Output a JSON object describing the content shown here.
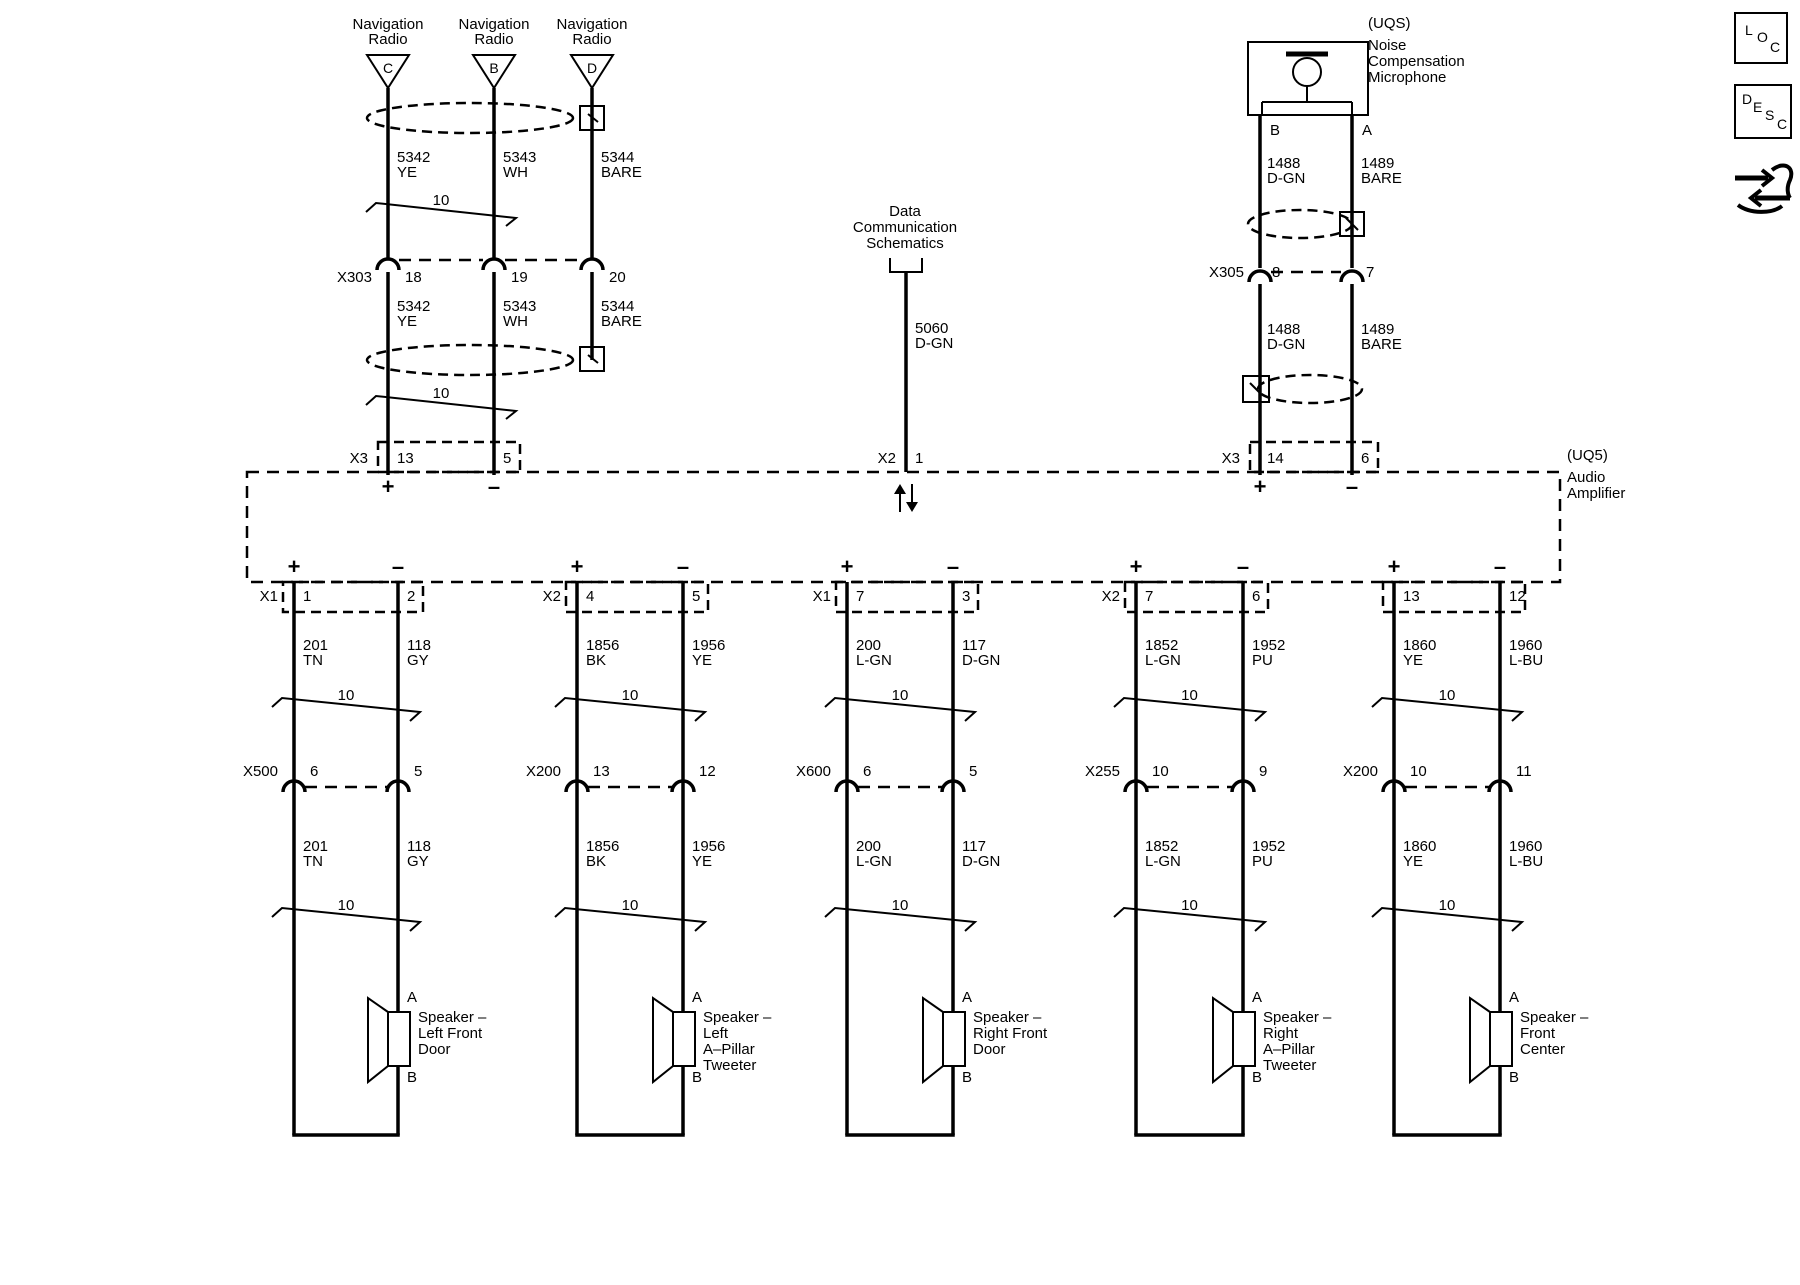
{
  "nav_radio": [
    {
      "label": "Navigation Radio",
      "pin": "C"
    },
    {
      "label": "Navigation Radio",
      "pin": "B"
    },
    {
      "label": "Navigation Radio",
      "pin": "D"
    }
  ],
  "nav_wires_upper": [
    {
      "circuit": "5342",
      "color": "YE"
    },
    {
      "circuit": "5343",
      "color": "WH"
    },
    {
      "circuit": "5344",
      "color": "BARE"
    }
  ],
  "nav_wires_lower": [
    {
      "circuit": "5342",
      "color": "YE"
    },
    {
      "circuit": "5343",
      "color": "WH"
    },
    {
      "circuit": "5344",
      "color": "BARE"
    }
  ],
  "nav_twist": [
    "10",
    "10"
  ],
  "x303": {
    "connector": "X303",
    "pins": [
      "18",
      "19",
      "20"
    ]
  },
  "nav_amp_conn": {
    "connector": "X3",
    "pins": [
      "13",
      "5"
    ]
  },
  "data_comm": {
    "label": "Data Communication Schematics",
    "circuit": "5060",
    "color": "D-GN",
    "connector": "X2",
    "pin": "1"
  },
  "mic": {
    "ref": "(UQS)",
    "label": "Noise Compensation Microphone",
    "pins": [
      "B",
      "A"
    ],
    "wires_upper": [
      {
        "circuit": "1488",
        "color": "D-GN"
      },
      {
        "circuit": "1489",
        "color": "BARE"
      }
    ],
    "wires_lower": [
      {
        "circuit": "1488",
        "color": "D-GN"
      },
      {
        "circuit": "1489",
        "color": "BARE"
      }
    ],
    "x305": {
      "connector": "X305",
      "pins": [
        "8",
        "7"
      ]
    },
    "amp_conn": {
      "connector": "X3",
      "pins": [
        "14",
        "6"
      ]
    }
  },
  "amplifier": {
    "ref": "(UQ5)",
    "label": "Audio Amplifier"
  },
  "speakers": [
    {
      "amp_conn": "X1",
      "amp_pins": [
        "1",
        "2"
      ],
      "wires_upper": [
        {
          "circuit": "201",
          "color": "TN"
        },
        {
          "circuit": "118",
          "color": "GY"
        }
      ],
      "twist_upper": "10",
      "inline_conn": "X500",
      "inline_pins": [
        "6",
        "5"
      ],
      "wires_lower": [
        {
          "circuit": "201",
          "color": "TN"
        },
        {
          "circuit": "118",
          "color": "GY"
        }
      ],
      "twist_lower": "10",
      "label": [
        "Speaker –",
        "Left Front",
        "Door"
      ],
      "pin_a": "A",
      "pin_b": "B"
    },
    {
      "amp_conn": "X2",
      "amp_pins": [
        "4",
        "5"
      ],
      "wires_upper": [
        {
          "circuit": "1856",
          "color": "BK"
        },
        {
          "circuit": "1956",
          "color": "YE"
        }
      ],
      "twist_upper": "10",
      "inline_conn": "X200",
      "inline_pins": [
        "13",
        "12"
      ],
      "wires_lower": [
        {
          "circuit": "1856",
          "color": "BK"
        },
        {
          "circuit": "1956",
          "color": "YE"
        }
      ],
      "twist_lower": "10",
      "label": [
        "Speaker –",
        "Left",
        "A–Pillar",
        "Tweeter"
      ],
      "pin_a": "A",
      "pin_b": "B"
    },
    {
      "amp_conn": "X1",
      "amp_pins": [
        "7",
        "3"
      ],
      "wires_upper": [
        {
          "circuit": "200",
          "color": "L-GN"
        },
        {
          "circuit": "117",
          "color": "D-GN"
        }
      ],
      "twist_upper": "10",
      "inline_conn": "X600",
      "inline_pins": [
        "6",
        "5"
      ],
      "wires_lower": [
        {
          "circuit": "200",
          "color": "L-GN"
        },
        {
          "circuit": "117",
          "color": "D-GN"
        }
      ],
      "twist_lower": "10",
      "label": [
        "Speaker –",
        "Right Front",
        "Door"
      ],
      "pin_a": "A",
      "pin_b": "B"
    },
    {
      "amp_conn": "X2",
      "amp_pins": [
        "7",
        "6"
      ],
      "wires_upper": [
        {
          "circuit": "1852",
          "color": "L-GN"
        },
        {
          "circuit": "1952",
          "color": "PU"
        }
      ],
      "twist_upper": "10",
      "inline_conn": "X255",
      "inline_pins": [
        "10",
        "9"
      ],
      "wires_lower": [
        {
          "circuit": "1852",
          "color": "L-GN"
        },
        {
          "circuit": "1952",
          "color": "PU"
        }
      ],
      "twist_lower": "10",
      "label": [
        "Speaker –",
        "Right",
        "A–Pillar",
        "Tweeter"
      ],
      "pin_a": "A",
      "pin_b": "B"
    },
    {
      "amp_conn": "",
      "amp_pins": [
        "13",
        "12"
      ],
      "wires_upper": [
        {
          "circuit": "1860",
          "color": "YE"
        },
        {
          "circuit": "1960",
          "color": "L-BU"
        }
      ],
      "twist_upper": "10",
      "inline_conn": "X200",
      "inline_pins": [
        "10",
        "11"
      ],
      "wires_lower": [
        {
          "circuit": "1860",
          "color": "YE"
        },
        {
          "circuit": "1960",
          "color": "L-BU"
        }
      ],
      "twist_lower": "10",
      "label": [
        "Speaker –",
        "Front",
        "Center"
      ],
      "pin_a": "A",
      "pin_b": "B"
    }
  ],
  "side_icons": [
    {
      "name": "loc-icon",
      "letters": [
        "L",
        "O",
        "C"
      ]
    },
    {
      "name": "desc-icon",
      "letters": [
        "D",
        "E",
        "S",
        "C"
      ]
    },
    {
      "name": "connector-swap-icon",
      "letters": []
    }
  ]
}
